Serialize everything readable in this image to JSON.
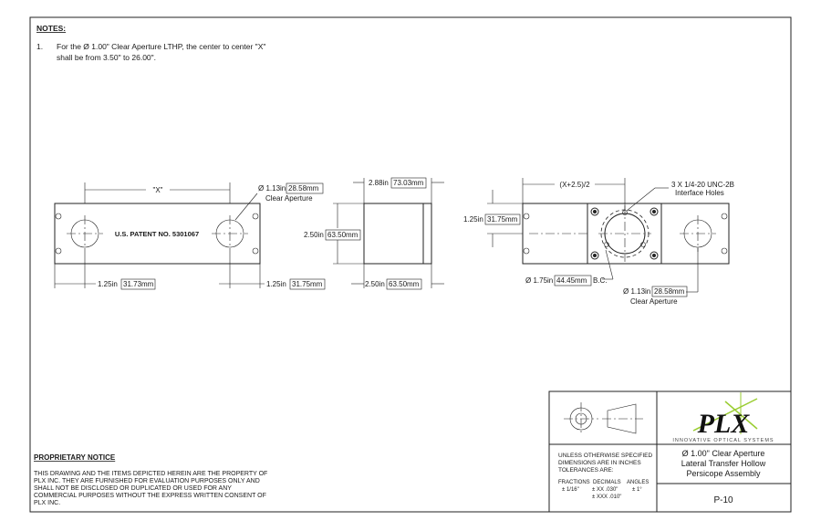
{
  "notes": {
    "heading": "NOTES:",
    "item_number": "1.",
    "line1": "For the Ø 1.00\" Clear Aperture LTHP, the center to center \"X\"",
    "line2": "shall be from 3.50\" to 26.00\"."
  },
  "front_view": {
    "x_label": "\"X\"",
    "aperture_dim": "Ø 1.13in",
    "aperture_dim_mm": "28.58mm",
    "aperture_label": "Clear Aperture",
    "patent": "U.S. PATENT NO. 5301067",
    "left_dim": "1.25in",
    "left_dim_mm": "31.73mm",
    "right_dim": "1.25in",
    "right_dim_mm": "31.75mm"
  },
  "side_view": {
    "width_dim": "2.88in",
    "width_dim_mm": "73.03mm",
    "height_dim": "2.50in",
    "height_dim_mm": "63.50mm",
    "bottom_dim": "2.50in",
    "bottom_dim_mm": "63.50mm"
  },
  "back_view": {
    "x_formula": "(X+2.5)/2",
    "height_dim": "1.25in",
    "height_dim_mm": "31.75mm",
    "holes_label_1": "3 X 1/4-20 UNC-2B",
    "holes_label_2": "Interface Holes",
    "bc_dim": "Ø 1.75in",
    "bc_dim_mm": "44.45mm",
    "bc_suffix": "B.C.",
    "aperture_dim": "Ø 1.13in",
    "aperture_dim_mm": "28.58mm",
    "aperture_label": "Clear Aperture"
  },
  "proprietary": {
    "heading": "PROPRIETARY NOTICE",
    "lines": [
      "THIS DRAWING AND THE ITEMS DEPICTED HEREIN ARE THE PROPERTY OF",
      "PLX INC. THEY ARE FURNISHED FOR EVALUATION PURPOSES ONLY AND",
      "SHALL NOT BE DISCLOSED OR DUPLICATED OR USED FOR ANY",
      "COMMERCIAL PURPOSES WITHOUT THE EXPRESS WRITTEN CONSENT OF",
      "PLX INC."
    ]
  },
  "title_block": {
    "logo": "PLX",
    "tagline": "INNOVATIVE OPTICAL SYSTEMS",
    "tolerance_lines": [
      "UNLESS OTHERWISE SPECIFIED",
      "DIMENSIONS ARE IN INCHES",
      "TOLERANCES ARE:"
    ],
    "fractions_head": "FRACTIONS",
    "decimals_head": "DECIMALS",
    "angles_head": "ANGLES",
    "fractions_val": "± 1/16\"",
    "decimals_val_1": "± XX .030\"",
    "decimals_val_2": "± XXX .010\"",
    "angles_val": "± 1°",
    "title_lines": [
      "Ø 1.00\" Clear Aperture",
      "Lateral Transfer Hollow",
      "Persicope Assembly"
    ],
    "drawing_number": "P-10"
  },
  "colors": {
    "line": "#222222",
    "logo_green": "#9acd32",
    "logo_black": "#111111"
  }
}
